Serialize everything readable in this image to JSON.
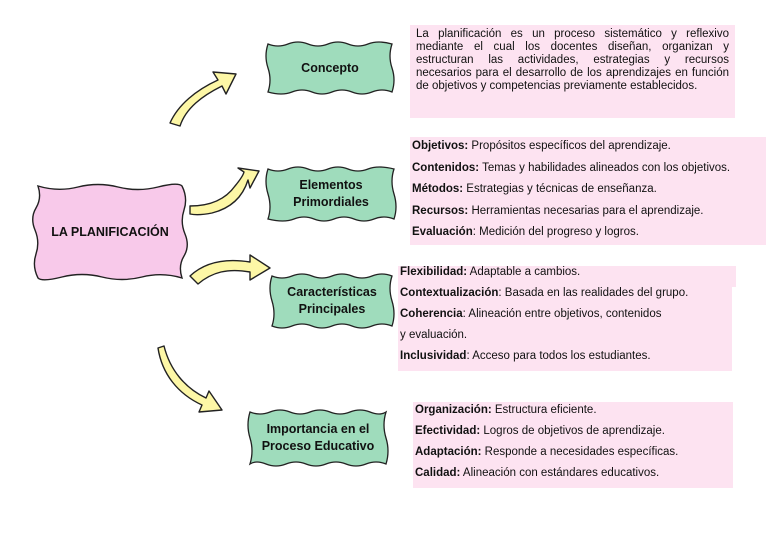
{
  "central": {
    "title": "LA PLANIFICACIÓN"
  },
  "concepto": {
    "title": "Concepto",
    "text": "La planificación es un proceso sistemático y reflexivo mediante el cual los docentes diseñan, organizan y estructuran las actividades, estrategias y recursos necesarios para el desarrollo de los aprendizajes en función de objetivos y competencias previamente establecidos."
  },
  "elementos": {
    "title_line1": "Elementos",
    "title_line2": "Primordiales",
    "items": [
      {
        "term": "Objetivos:",
        "desc": " Propósitos específicos del aprendizaje."
      },
      {
        "term": "Contenidos:",
        "desc": " Temas y habilidades alineados con los objetivos."
      },
      {
        "term": "Métodos:",
        "desc": " Estrategias y técnicas de enseñanza."
      },
      {
        "term": "Recursos:",
        "desc": " Herramientas necesarias para el aprendizaje."
      },
      {
        "term": "Evaluación",
        "desc": ": Medición del progreso y logros."
      }
    ]
  },
  "caracteristicas": {
    "title_line1": "Características",
    "title_line2": "Principales",
    "items": [
      {
        "term": "Flexibilidad:",
        "desc": " Adaptable a cambios."
      },
      {
        "term": "Contextualización",
        "desc": ": Basada en las realidades del grupo."
      },
      {
        "term": "Coherencia",
        "desc": ": Alineación entre objetivos, contenidos"
      },
      {
        "term": "",
        "desc": "y evaluación."
      },
      {
        "term": "Inclusividad",
        "desc": ": Acceso para todos los estudiantes."
      }
    ]
  },
  "importancia": {
    "title_line1": "Importancia en el",
    "title_line2": "Proceso Educativo",
    "items": [
      {
        "term": "Organización:",
        "desc": " Estructura eficiente."
      },
      {
        "term": "Efectividad:",
        "desc": " Logros de objetivos de aprendizaje."
      },
      {
        "term": "Adaptación:",
        "desc": " Responde a necesidades específicas."
      },
      {
        "term": "Calidad:",
        "desc": " Alineación con estándares educativos."
      }
    ]
  },
  "colors": {
    "central_fill": "#f8c9ea",
    "node_fill": "#9fdcbc",
    "text_bg": "#fde3f1",
    "arrow_fill": "#fdf7a6",
    "outline": "#222222"
  }
}
